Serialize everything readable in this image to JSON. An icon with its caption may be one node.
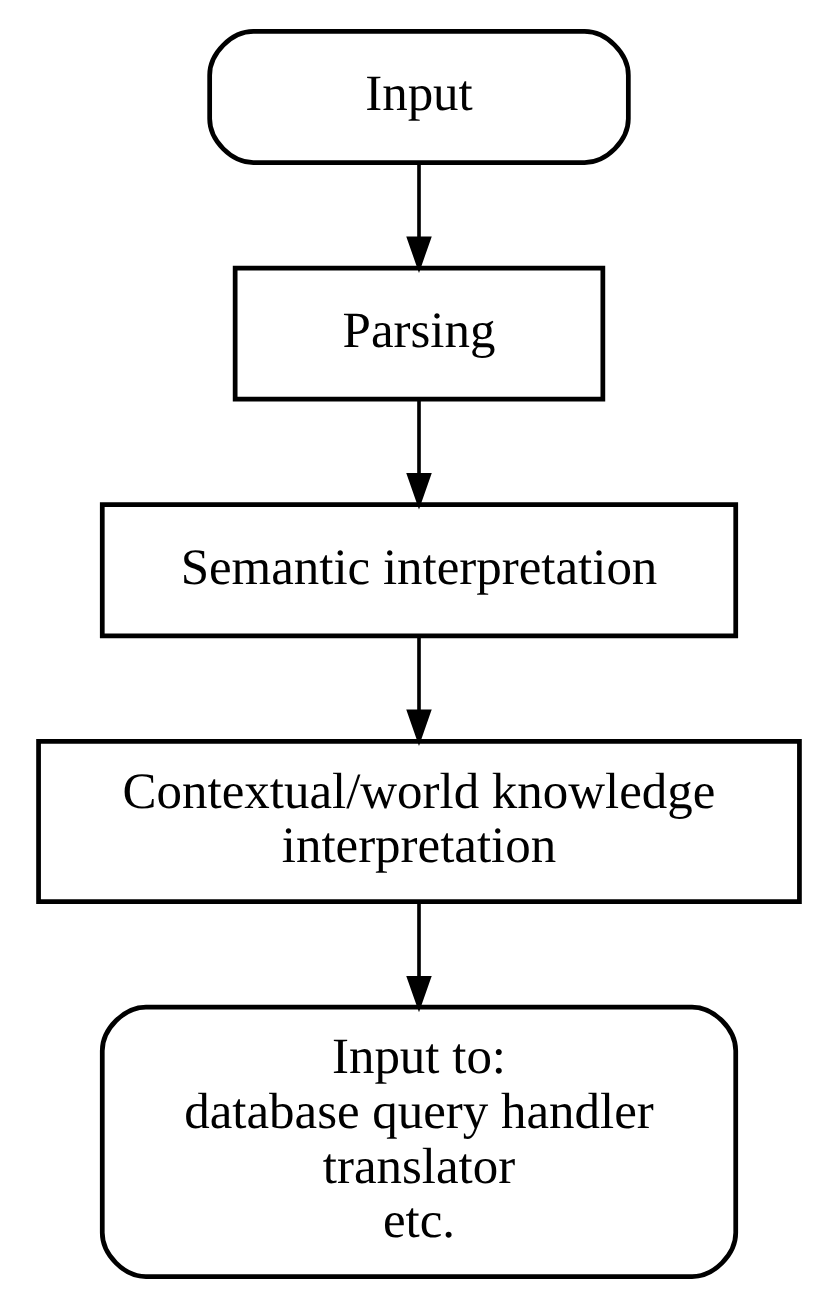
{
  "diagram": {
    "nodes": [
      {
        "text": [
          "Input"
        ]
      },
      {
        "text": [
          "Parsing"
        ]
      },
      {
        "text": [
          "Semantic interpretation"
        ]
      },
      {
        "text": [
          "Contextual/world knowledge interpretation"
        ]
      },
      {
        "text": [
          "Input to:",
          "database query handler",
          "translator",
          "etc."
        ]
      }
    ],
    "edges": [
      {
        "from": 0,
        "to": 1,
        "arrow": "to"
      },
      {
        "from": 1,
        "to": 2,
        "arrow": "to"
      },
      {
        "from": 2,
        "to": 3,
        "arrow": "to"
      },
      {
        "from": 3,
        "to": 4,
        "arrow": "to"
      }
    ]
  }
}
